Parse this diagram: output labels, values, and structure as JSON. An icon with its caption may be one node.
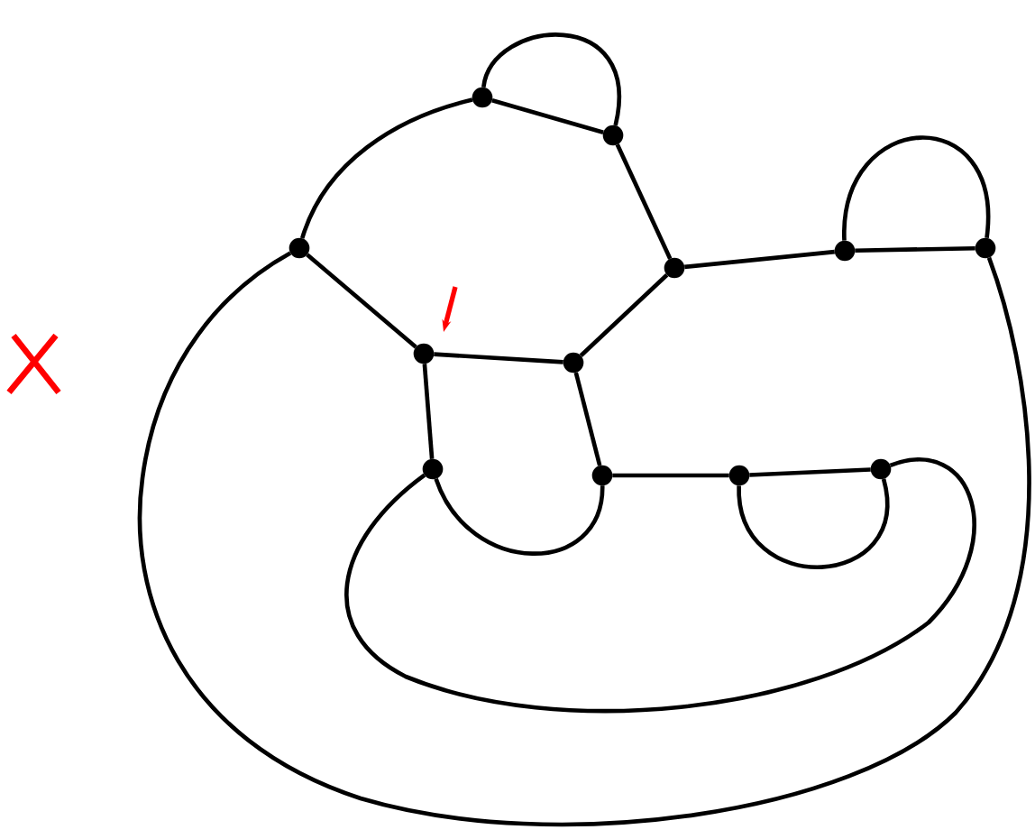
{
  "diagram": {
    "nodes": [
      {
        "text": [],
        "shape": "circle"
      },
      {
        "text": [],
        "shape": "circle"
      },
      {
        "text": [],
        "shape": "circle"
      },
      {
        "text": [],
        "shape": "circle"
      },
      {
        "text": [],
        "shape": "circle"
      },
      {
        "text": [],
        "shape": "circle"
      },
      {
        "text": [],
        "shape": "circle"
      },
      {
        "text": [],
        "shape": "circle"
      },
      {
        "text": [],
        "shape": "circle"
      },
      {
        "text": [],
        "shape": "circle"
      },
      {
        "text": [],
        "shape": "circle"
      },
      {
        "text": [],
        "shape": "circle"
      }
    ],
    "edges": [
      {
        "from": 0,
        "to": 1,
        "arrow": "none"
      },
      {
        "from": 0,
        "to": 1,
        "arrow": "none"
      },
      {
        "from": 2,
        "to": 0,
        "arrow": "none"
      },
      {
        "from": 1,
        "to": 3,
        "arrow": "none"
      },
      {
        "from": 3,
        "to": 4,
        "arrow": "none"
      },
      {
        "from": 4,
        "to": 5,
        "arrow": "none"
      },
      {
        "from": 4,
        "to": 5,
        "arrow": "none"
      },
      {
        "from": 2,
        "to": 6,
        "arrow": "none"
      },
      {
        "from": 3,
        "to": 7,
        "arrow": "none"
      },
      {
        "from": 6,
        "to": 7,
        "arrow": "none"
      },
      {
        "from": 6,
        "to": 8,
        "arrow": "none"
      },
      {
        "from": 7,
        "to": 9,
        "arrow": "none"
      },
      {
        "from": 8,
        "to": 9,
        "arrow": "none"
      },
      {
        "from": 9,
        "to": 10,
        "arrow": "none"
      },
      {
        "from": 10,
        "to": 11,
        "arrow": "none"
      },
      {
        "from": 10,
        "to": 11,
        "arrow": "none"
      },
      {
        "from": 11,
        "to": 8,
        "arrow": "none"
      },
      {
        "from": 5,
        "to": 2,
        "arrow": "none"
      }
    ]
  }
}
